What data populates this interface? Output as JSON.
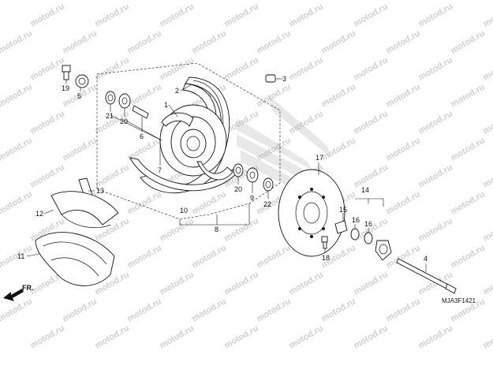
{
  "watermark": {
    "text": "motod.ru"
  },
  "diagram_code": "MJA3F1421",
  "direction_label": "FR.",
  "callouts": [
    "1",
    "2",
    "3",
    "4",
    "5",
    "6",
    "7",
    "8",
    "9",
    "10",
    "11",
    "12",
    "13",
    "14",
    "15",
    "16",
    "16",
    "17",
    "18",
    "19",
    "20",
    "20",
    "21",
    "22"
  ]
}
